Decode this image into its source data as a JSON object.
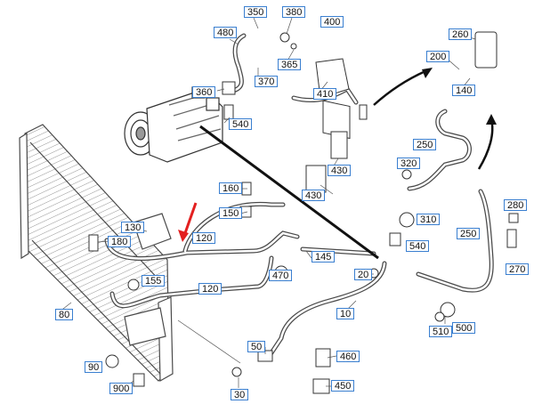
{
  "diagram": {
    "colors": {
      "line": "#4a4a4a",
      "label_border": "#3a7fd0",
      "highlight_arrow": "#e32020",
      "flow_arrow": "#111111"
    },
    "callouts": [
      {
        "id": "350",
        "text": "350"
      },
      {
        "id": "380",
        "text": "380"
      },
      {
        "id": "400",
        "text": "400"
      },
      {
        "id": "480",
        "text": "480"
      },
      {
        "id": "365",
        "text": "365"
      },
      {
        "id": "370",
        "text": "370"
      },
      {
        "id": "410",
        "text": "410"
      },
      {
        "id": "360",
        "text": "360"
      },
      {
        "id": "540a",
        "text": "540"
      },
      {
        "id": "260",
        "text": "260"
      },
      {
        "id": "200",
        "text": "200"
      },
      {
        "id": "140",
        "text": "140"
      },
      {
        "id": "250a",
        "text": "250"
      },
      {
        "id": "320",
        "text": "320"
      },
      {
        "id": "430a",
        "text": "430"
      },
      {
        "id": "430b",
        "text": "430"
      },
      {
        "id": "160",
        "text": "160"
      },
      {
        "id": "150",
        "text": "150"
      },
      {
        "id": "310",
        "text": "310"
      },
      {
        "id": "280",
        "text": "280"
      },
      {
        "id": "130",
        "text": "130"
      },
      {
        "id": "180",
        "text": "180"
      },
      {
        "id": "120a",
        "text": "120"
      },
      {
        "id": "250b",
        "text": "250"
      },
      {
        "id": "540b",
        "text": "540"
      },
      {
        "id": "470",
        "text": "470"
      },
      {
        "id": "145",
        "text": "145"
      },
      {
        "id": "270",
        "text": "270"
      },
      {
        "id": "155",
        "text": "155"
      },
      {
        "id": "120b",
        "text": "120"
      },
      {
        "id": "20",
        "text": "20"
      },
      {
        "id": "80",
        "text": "80"
      },
      {
        "id": "10",
        "text": "10"
      },
      {
        "id": "510",
        "text": "510"
      },
      {
        "id": "500",
        "text": "500"
      },
      {
        "id": "50",
        "text": "50"
      },
      {
        "id": "460",
        "text": "460"
      },
      {
        "id": "90",
        "text": "90"
      },
      {
        "id": "900",
        "text": "900"
      },
      {
        "id": "450",
        "text": "450"
      },
      {
        "id": "30",
        "text": "30"
      }
    ]
  }
}
